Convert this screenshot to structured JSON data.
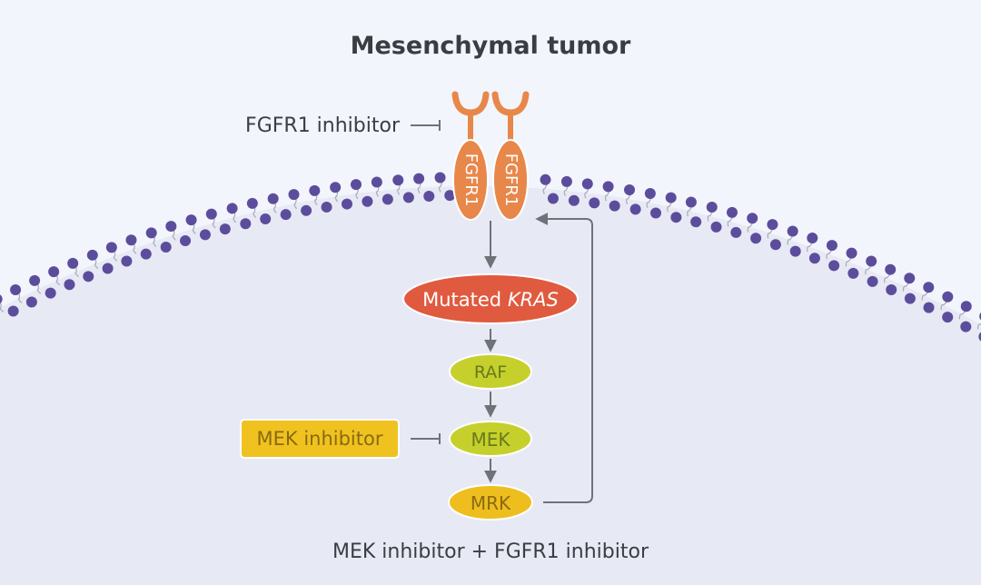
{
  "title": "Mesenchymal tumor",
  "receptors": [
    {
      "label": "FGFR1"
    },
    {
      "label": "FGFR1"
    }
  ],
  "inhibitors": {
    "fgfr1": "FGFR1 inhibitor",
    "mek": "MEK inhibitor"
  },
  "pathway": {
    "kras": {
      "prefix": "Mutated ",
      "gene": "KRAS"
    },
    "raf": "RAF",
    "mek": "MEK",
    "mrk": "MRK"
  },
  "caption": "MEK inhibitor + FGFR1 inhibitor",
  "colors": {
    "background_outside": "#f3f5fd",
    "background_cell": "#e6e8f5",
    "membrane_head": "#5c4d9c",
    "receptor": "#e8874a",
    "kras": "#e05a3f",
    "raf_mek": "#c5d02c",
    "mrk": "#edbe1e",
    "mek_inhibitor_box": "#f0c21f",
    "arrow": "#6f7378",
    "text": "#333333"
  }
}
